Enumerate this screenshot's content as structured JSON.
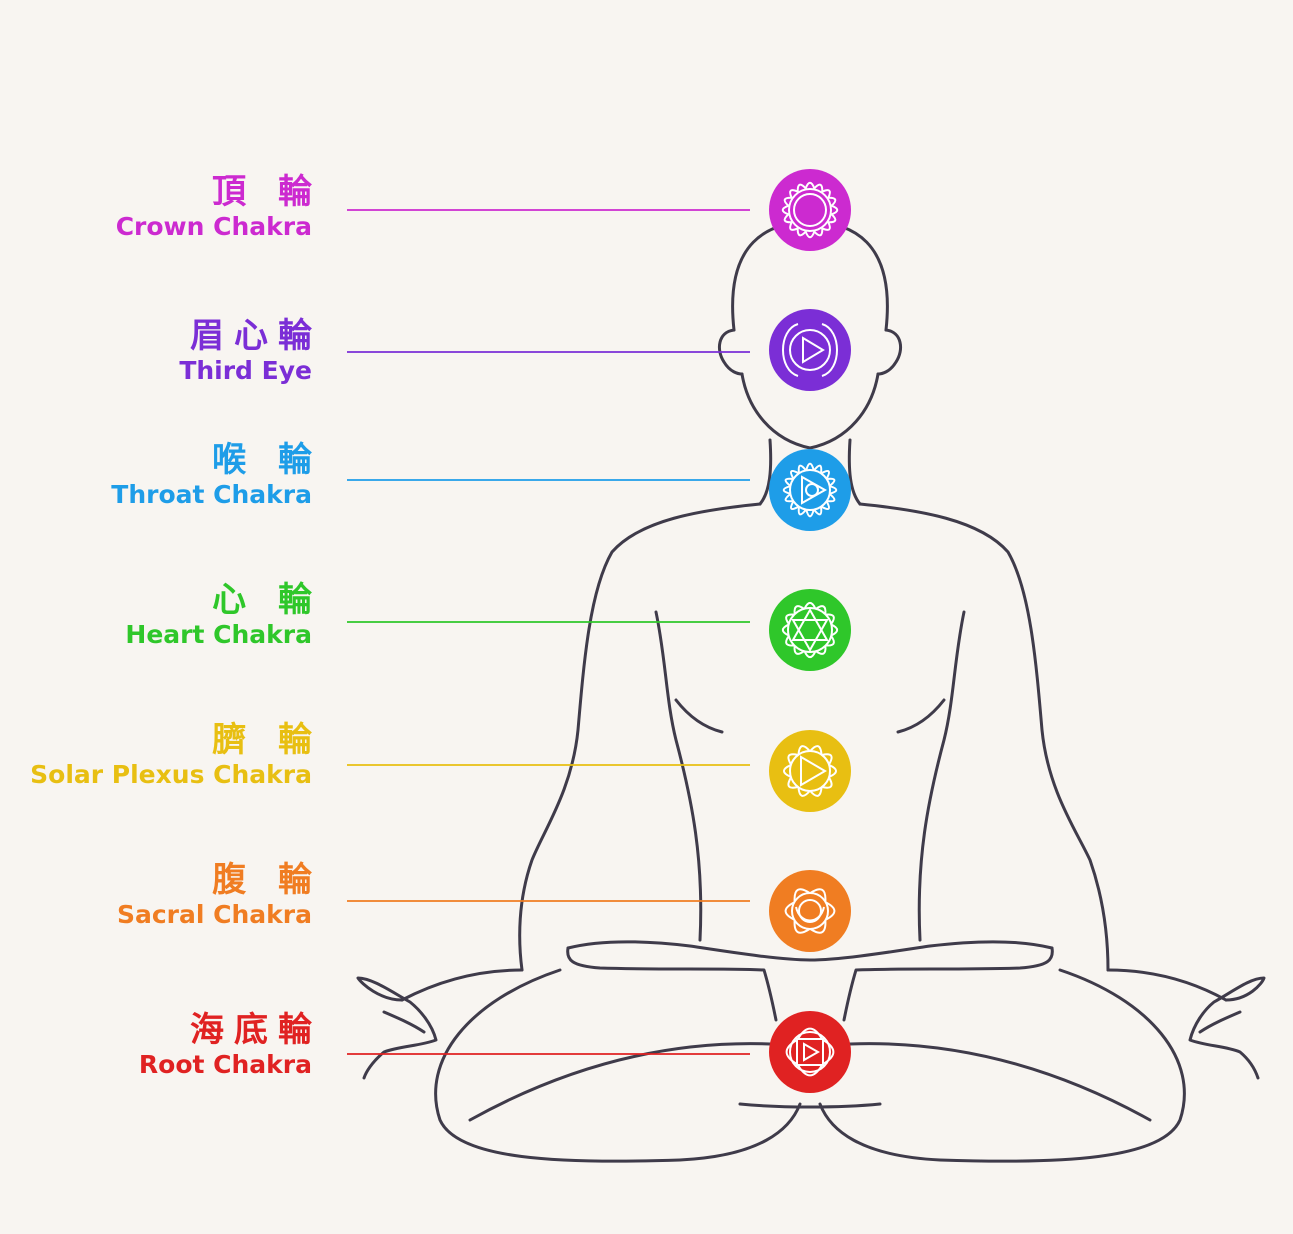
{
  "colors": {
    "background": "#f8f5f1",
    "outline": "#3f3b4a"
  },
  "chakras": [
    {
      "zh": "頂 輪",
      "en": "Crown Chakra",
      "color": "#cc2ad0",
      "icon": "lotus-thousand-petal-icon"
    },
    {
      "zh": "眉心輪",
      "en": "Third Eye",
      "color": "#7b2ed6",
      "icon": "two-petal-triangle-icon"
    },
    {
      "zh": "喉 輪",
      "en": "Throat Chakra",
      "color": "#1e9de8",
      "icon": "sixteen-petal-triangle-icon"
    },
    {
      "zh": "心 輪",
      "en": "Heart Chakra",
      "color": "#2fc72a",
      "icon": "hexagram-lotus-icon"
    },
    {
      "zh": "臍 輪",
      "en": "Solar Plexus Chakra",
      "color": "#e8bf12",
      "icon": "ten-petal-triangle-icon"
    },
    {
      "zh": "腹 輪",
      "en": "Sacral Chakra",
      "color": "#f07d22",
      "icon": "six-petal-crescent-icon"
    },
    {
      "zh": "海底輪",
      "en": "Root Chakra",
      "color": "#e02222",
      "icon": "four-petal-square-icon"
    }
  ]
}
